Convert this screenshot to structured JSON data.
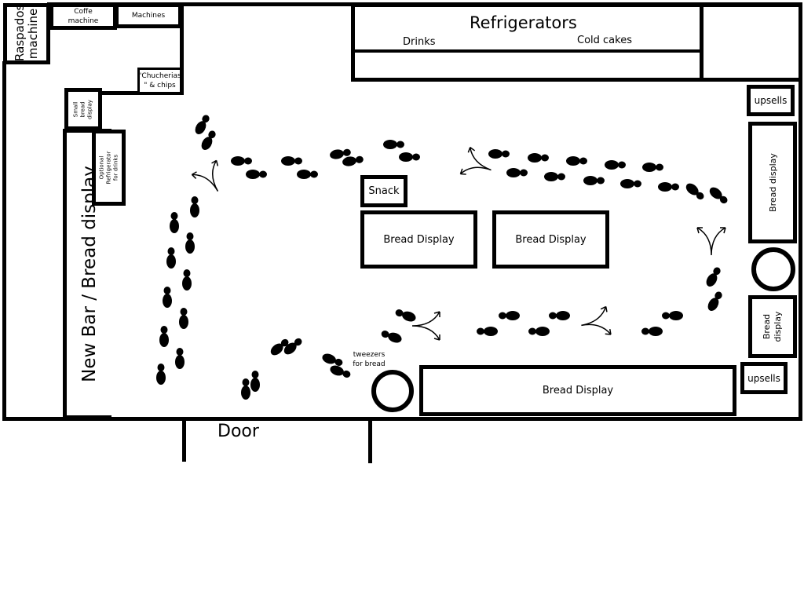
{
  "labels": {
    "raspados": "Raspados machine",
    "coffee": "Coffe machine",
    "machines": "Machines",
    "chucherias": "\"Chucherias \" & chips",
    "small_bread": "Small bread display",
    "new_bar": "New Bar / Bread display",
    "optional_fridge": "Optional Refrigerator for drinks",
    "refrigerators": "Refrigerators",
    "drinks": "Drinks",
    "cold_cakes": "Cold cakes",
    "snack": "Snack",
    "bread_display_1": "Bread Display",
    "bread_display_2": "Bread Display",
    "bread_display_bottom": "Bread Display",
    "upsells_top": "upsells",
    "bread_display_right_1": "Bread  display",
    "bread_display_right_2": "Bread display",
    "upsells_bottom": "upsells",
    "tweezers": "tweezers for bread",
    "door": "Door"
  }
}
